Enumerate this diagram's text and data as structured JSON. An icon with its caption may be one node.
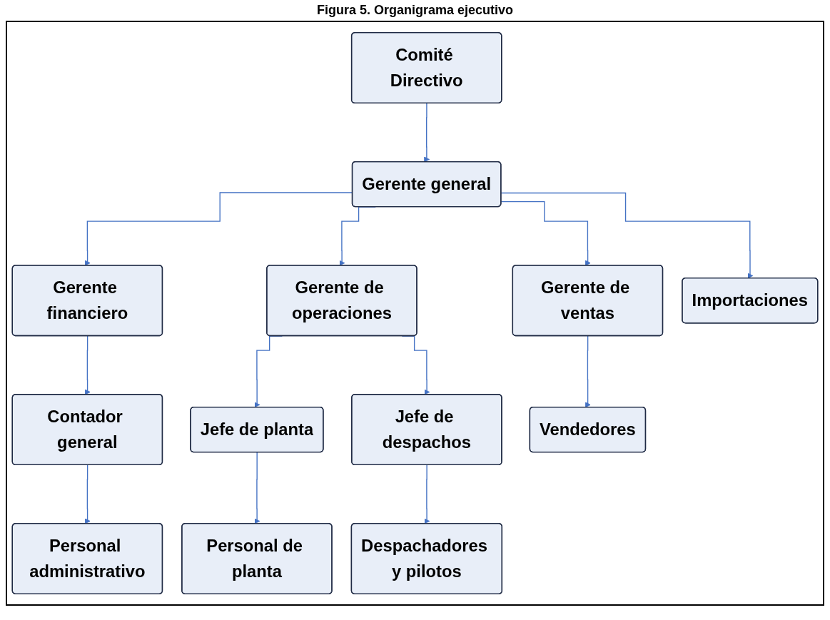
{
  "diagram": {
    "title": "Figura 5. Organigrama ejecutivo",
    "nodes": [
      {
        "text": [
          "Comité Directivo"
        ]
      },
      {
        "text": [
          "Gerente general"
        ]
      },
      {
        "text": [
          "Gerente financiero"
        ]
      },
      {
        "text": [
          "Gerente de operaciones"
        ]
      },
      {
        "text": [
          "Gerente de ventas"
        ]
      },
      {
        "text": [
          "Importaciones"
        ]
      },
      {
        "text": [
          "Contador general"
        ]
      },
      {
        "text": [
          "Jefe de planta"
        ]
      },
      {
        "text": [
          "Jefe de despachos"
        ]
      },
      {
        "text": [
          "Vendedores"
        ]
      },
      {
        "text": [
          "Personal administrativo"
        ]
      },
      {
        "text": [
          "Personal de planta"
        ]
      },
      {
        "text": [
          "Despachadores y pilotos"
        ]
      }
    ],
    "edges": [
      {
        "from": 0,
        "to": 1,
        "arrow": "to"
      },
      {
        "from": 1,
        "to": 2,
        "arrow": "to"
      },
      {
        "from": 1,
        "to": 3,
        "arrow": "to"
      },
      {
        "from": 1,
        "to": 4,
        "arrow": "to"
      },
      {
        "from": 1,
        "to": 5,
        "arrow": "to"
      },
      {
        "from": 2,
        "to": 6,
        "arrow": "to"
      },
      {
        "from": 3,
        "to": 7,
        "arrow": "to"
      },
      {
        "from": 3,
        "to": 8,
        "arrow": "to"
      },
      {
        "from": 4,
        "to": 9,
        "arrow": "to"
      },
      {
        "from": 6,
        "to": 10,
        "arrow": "to"
      },
      {
        "from": 7,
        "to": 11,
        "arrow": "to"
      },
      {
        "from": 8,
        "to": 12,
        "arrow": "to"
      }
    ]
  }
}
